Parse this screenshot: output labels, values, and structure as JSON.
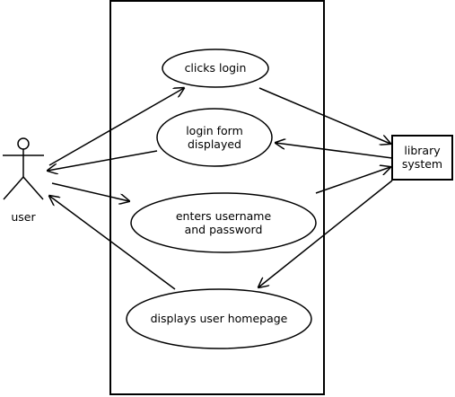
{
  "actor": {
    "label": "user"
  },
  "system_box": {
    "label": "library\nsystem"
  },
  "use_cases": [
    {
      "label": "clicks login"
    },
    {
      "label": "login form\ndisplayed"
    },
    {
      "label": "enters username\nand password"
    },
    {
      "label": "displays user homepage"
    }
  ],
  "colors": {
    "stroke": "#000000",
    "background": "#ffffff"
  }
}
